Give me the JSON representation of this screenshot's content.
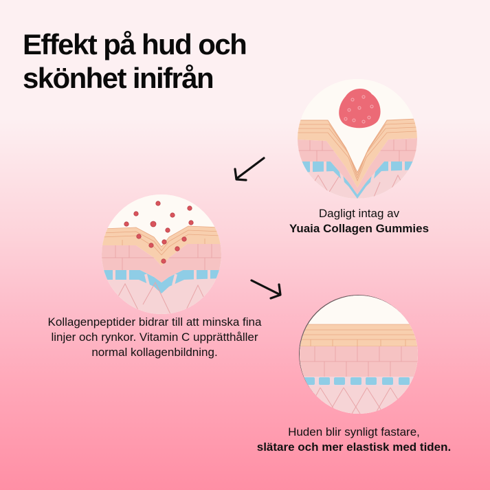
{
  "title": {
    "line1": "Effekt på hud och",
    "line2": "skönhet inifrån"
  },
  "steps": [
    {
      "illustration": "skin-with-gummy",
      "caption_line1": "Dagligt intag av",
      "caption_line2_bold": "Yuaia Collagen Gummies"
    },
    {
      "illustration": "skin-absorbing-collagen",
      "caption_line1": "Kollagenpeptider bidrar till att minska fina",
      "caption_line2": "linjer och rynkor. Vitamin C upprätthåller",
      "caption_line3": "normal kollagenbildning."
    },
    {
      "illustration": "smooth-skin",
      "caption_line1": "Huden blir synligt fastare,",
      "caption_line2_bold": "slätare och mer elastisk med tiden."
    }
  ],
  "arrows": [
    {
      "direction": "down-left"
    },
    {
      "direction": "down-right"
    }
  ],
  "colors": {
    "background_top": "#fdf0f2",
    "background_bottom": "#ff8fa5",
    "gummy": "#ec6a76",
    "collagen_dot": "#d9545c",
    "skin_top": "#f8cfae",
    "skin_mid": "#f6c3c3",
    "skin_blue": "#8fcde6",
    "dermis": "#f6d4d6",
    "text": "#111111"
  }
}
